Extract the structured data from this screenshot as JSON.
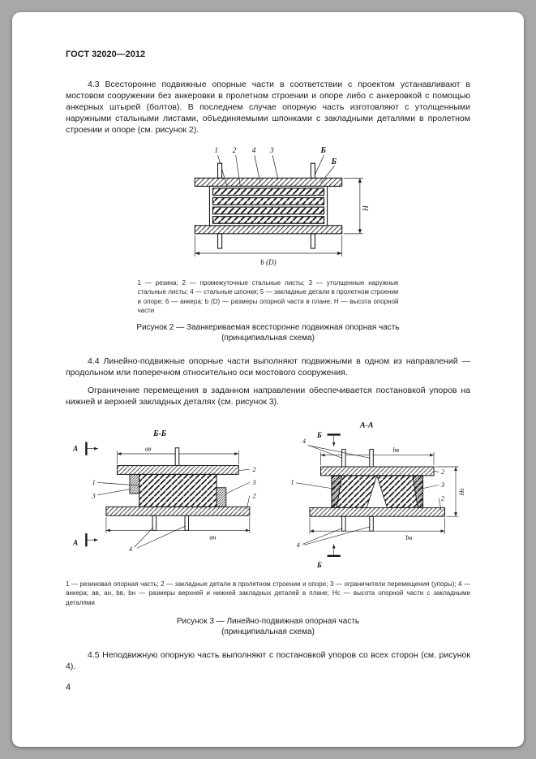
{
  "header": {
    "title": "ГОСТ 32020—2012"
  },
  "paragraphs": {
    "p43": "4.3 Всесторонне подвижные опорные части в соответствии с проектом устанавливают в мостовом сооружении без анкеровки в пролетном строении и опоре либо с анкеровкой с помощью анкерных штырей (болтов). В последнем случае опорную часть изготовляют с утолщенными наружными стальными листами, объединяемыми шпонками с закладными деталями в пролетном строении и опоре (см. рисунок 2).",
    "p44": "4.4 Линейно-подвижные опорные части выполняют подвижными в одном из направлений — продольном или поперечном относительно оси мостового сооружения.",
    "p44b": "Ограничение перемещения в заданном направлении обеспечивается постановкой упоров на нижней и верхней закладных деталях (см. рисунок 3).",
    "p45": "4.5 Неподвижную опорную часть выполняют с постановкой упоров со всех сторон (см. рисунок 4)."
  },
  "figure2": {
    "labels": {
      "l1": "1",
      "l2": "2",
      "l3": "3",
      "l4": "4",
      "sec": "Б"
    },
    "dims": {
      "b": "b (D)",
      "h": "H"
    },
    "legend": "1 — резина; 2 — промежуточные стальные листы; 3 — утолщенные наружные стальные листы; 4 — стальные шпонки; 5 — закладные детали в пролетном строении и опоре; 6 — анкера; b (D) — размеры опорной части в плане; H — высота опорной части",
    "caption1": "Рисунок 2 — Заанкериваемая всесторонне подвижная опорная часть",
    "caption2": "(принципиальная схема)"
  },
  "figure3": {
    "left_title": "Б-Б",
    "right_title": "А-А",
    "sec_a": "А",
    "sec_b": "Б",
    "labels": {
      "l1": "1",
      "l2": "2",
      "l3": "3",
      "l4": "4"
    },
    "dims": {
      "av": "aв",
      "an": "aн",
      "bv": "bв",
      "bn": "bн",
      "hc": "Hс"
    },
    "legend": "1 — резиновая опорная часть; 2 — закладные детали в пролетном строении и опоре; 3 — ограничители перемещения (упоры); 4 — анкера; aв, aн, bв, bн — размеры верхней и нижней закладных деталей в плане; Hс — высота опорной части с закладными деталями",
    "caption1": "Рисунок 3 — Линейно-подвижная опорная часть",
    "caption2": "(принципиальная схема)"
  },
  "footer": {
    "page_number": "4"
  }
}
